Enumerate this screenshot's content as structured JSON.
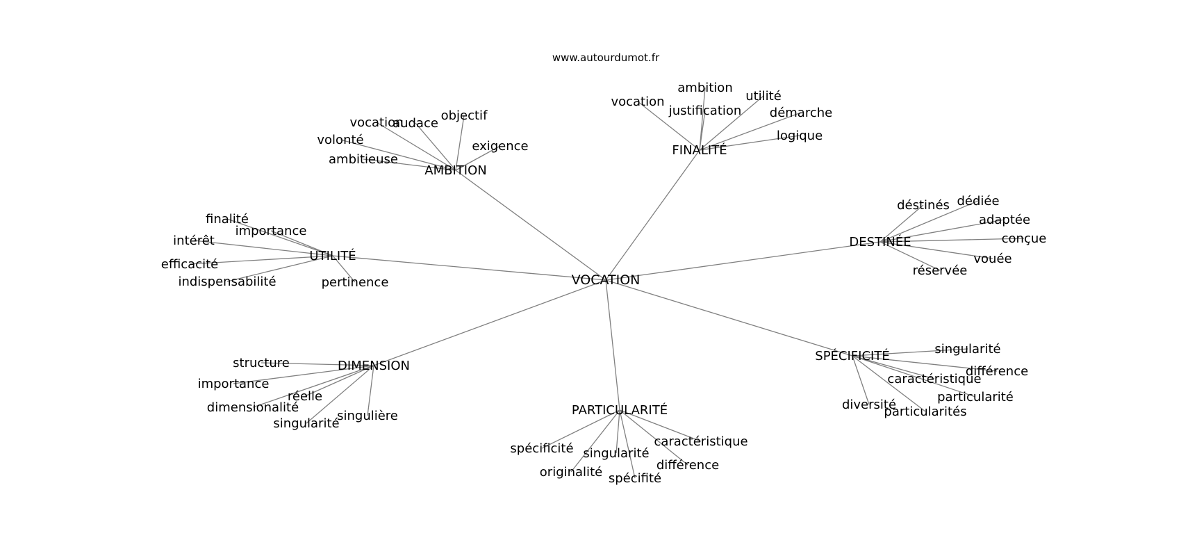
{
  "source": "www.autourdumot.fr",
  "center": "VOCATION",
  "hubs": [
    {
      "id": "ambition",
      "label": "AMBITION",
      "leaves": [
        "vocation",
        "audace",
        "objectif",
        "volonté",
        "exigence",
        "ambitieuse"
      ]
    },
    {
      "id": "finalite",
      "label": "FINALITÉ",
      "leaves": [
        "ambition",
        "vocation",
        "justification",
        "utilité",
        "démarche",
        "logique"
      ]
    },
    {
      "id": "destinee",
      "label": "DESTINÉE",
      "leaves": [
        "déstinés",
        "dédiée",
        "adaptée",
        "conçue",
        "vouée",
        "réservée"
      ]
    },
    {
      "id": "utilite",
      "label": "UTILITÉ",
      "leaves": [
        "finalité",
        "importance",
        "intérêt",
        "efficacité",
        "indispensabilité",
        "pertinence"
      ]
    },
    {
      "id": "specificite",
      "label": "SPÉCIFICITÉ",
      "leaves": [
        "singularité",
        "différence",
        "caractéristique",
        "particularité",
        "diversité",
        "particularités"
      ]
    },
    {
      "id": "dimension",
      "label": "DIMENSION",
      "leaves": [
        "structure",
        "importance",
        "réelle",
        "dimensionalité",
        "singularité",
        "singulière"
      ]
    },
    {
      "id": "particularite",
      "label": "PARTICULARITÉ",
      "leaves": [
        "spécificité",
        "singularité",
        "caractéristique",
        "originalité",
        "spécifité",
        "différence"
      ]
    }
  ]
}
